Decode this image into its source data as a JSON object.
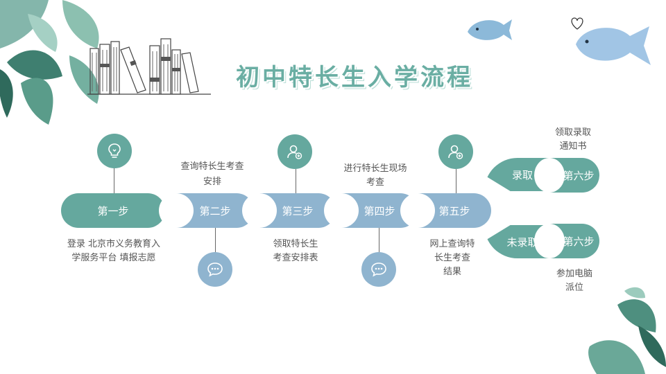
{
  "title": "初中特长生入学流程",
  "steps": [
    "第一步",
    "第二步",
    "第三步",
    "第四步",
    "第五步"
  ],
  "notes": {
    "step1": "登录 北京市义务教育入\n学服务平台 填报志愿",
    "step2": "查询特长生考查\n安排",
    "step3": "领取特长生\n考查安排表",
    "step4": "进行特长生现场\n考查",
    "step5": "网上查询特\n长生考查\n结果"
  },
  "branches": {
    "admitted_label": "录取",
    "admitted_step": "第六步",
    "admitted_note": "领取录取\n通知书",
    "not_admitted_label": "未录取",
    "not_admitted_step": "第六步",
    "not_admitted_note": "参加电脑\n派位"
  },
  "icons": {
    "step1": "lightbulb-icon",
    "step2": "chat-bubble-icon",
    "step3": "user-add-icon",
    "step4": "chat-bubble-icon",
    "step5": "user-add-icon"
  },
  "colors": {
    "green": "#65a89e",
    "blue": "#8fb4cf",
    "title": "#6aaea3"
  }
}
